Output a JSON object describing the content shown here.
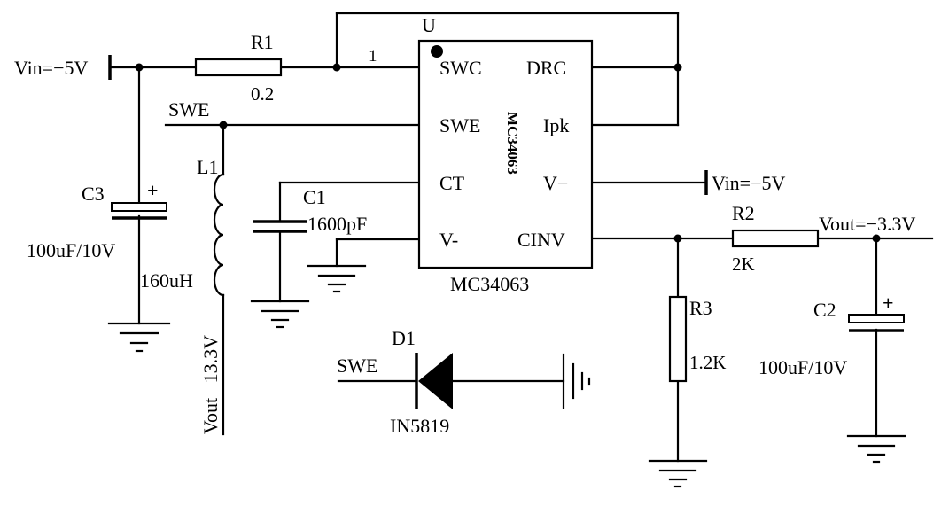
{
  "ic": {
    "ref": "U",
    "part": "MC34063",
    "part_vertical": "MC34063",
    "pin_number": "1",
    "pins_left": [
      "SWC",
      "SWE",
      "CT",
      "V-"
    ],
    "pins_right": [
      "DRC",
      "Ipk",
      "V−",
      "CINV"
    ]
  },
  "labels": {
    "vin_left": "Vin=−5V",
    "vin_right": "Vin=−5V",
    "swe_net": "SWE",
    "swe_diode": "SWE",
    "vout_net": "Vout=−3.3V",
    "vout_vertical": "Vout   13.3V"
  },
  "components": {
    "r1": {
      "ref": "R1",
      "value": "0.2"
    },
    "r2": {
      "ref": "R2",
      "value": "2K"
    },
    "r3": {
      "ref": "R3",
      "value": "1.2K"
    },
    "c1": {
      "ref": "C1",
      "value": "1600pF"
    },
    "c2": {
      "ref": "C2",
      "value": "100uF/10V",
      "polarity": "+"
    },
    "c3": {
      "ref": "C3",
      "value": "100uF/10V",
      "polarity": "+"
    },
    "l1": {
      "ref": "L1",
      "value": "160uH"
    },
    "d1": {
      "ref": "D1",
      "value": "IN5819"
    }
  }
}
